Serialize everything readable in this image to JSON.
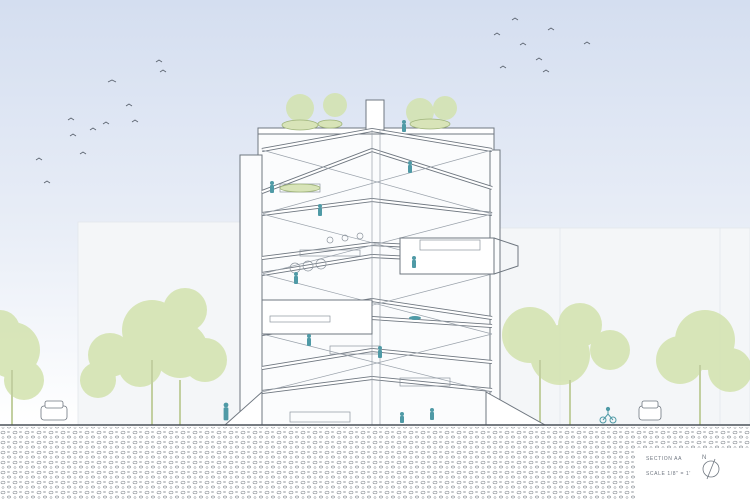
{
  "drawing": {
    "section_label": "SECTION AA",
    "scale_label": "SCALE 1/8\" = 1'",
    "north_symbol": "N",
    "colors": {
      "sky_top": "#d5dff0",
      "sky_bottom": "#ffffff",
      "background_buildings": "#f3f5f7",
      "tree_foliage": "#cfe0a9",
      "building_line": "#6f7780",
      "structure_fill": "#ffffff",
      "people": "#4f9aa6",
      "ground_hatch": "#8a8f95"
    },
    "icons": [
      "bird-icon",
      "person-icon",
      "bicycle-icon",
      "car-icon",
      "north-arrow-icon",
      "tree-icon"
    ]
  }
}
